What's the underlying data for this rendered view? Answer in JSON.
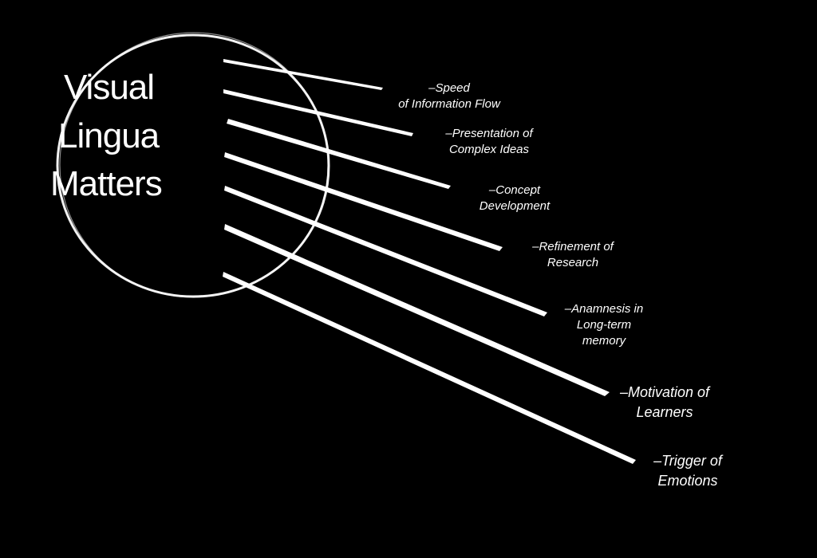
{
  "title": {
    "lines": [
      "Visual",
      "Lingua",
      "Matters"
    ]
  },
  "branches": [
    {
      "lines": [
        "–Speed",
        "of Information Flow"
      ]
    },
    {
      "lines": [
        "–Presentation of",
        "Complex Ideas"
      ]
    },
    {
      "lines": [
        "–Concept",
        "Development"
      ]
    },
    {
      "lines": [
        "–Refinement of",
        "Research"
      ]
    },
    {
      "lines": [
        "–Anamnesis in",
        "Long-term",
        "memory"
      ]
    },
    {
      "lines": [
        "–Motivation of",
        "Learners"
      ]
    },
    {
      "lines": [
        "–Trigger of",
        "Emotions"
      ]
    }
  ],
  "colors": {
    "background": "#000000",
    "foreground": "#ffffff"
  }
}
